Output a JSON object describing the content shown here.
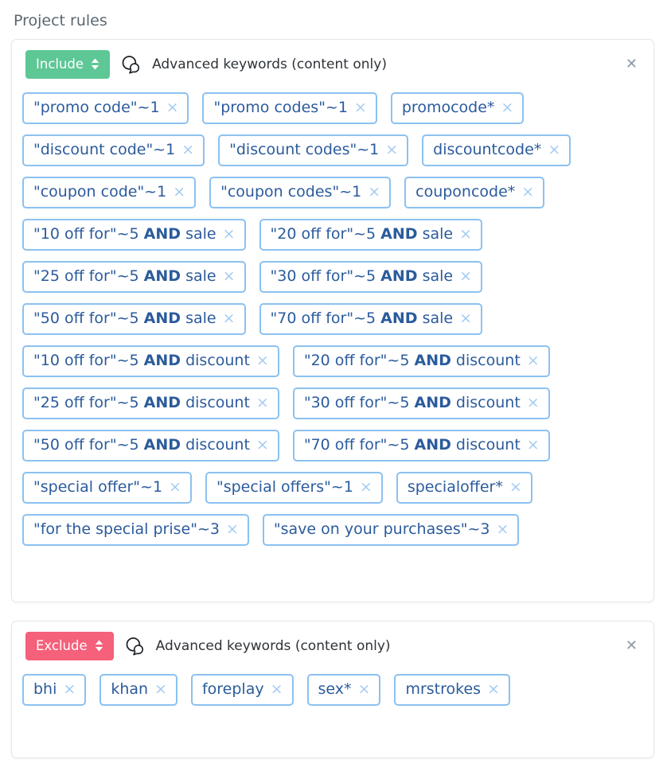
{
  "page": {
    "title": "Project rules"
  },
  "icons": {
    "close": "✕",
    "remove": "×",
    "comments": "comments-icon",
    "sort": "sort-arrows-icon"
  },
  "colors": {
    "include_green": "#5dc795",
    "exclude_pink": "#f5607a",
    "tag_border": "#8cc1f0",
    "tag_text": "#2b5b9c",
    "tag_remove": "#a5ccf2",
    "close_gray": "#8e98a4",
    "title_gray": "#5b6770"
  },
  "cards": [
    {
      "mode": "Include",
      "header_label": "Advanced keywords (content only)",
      "bold_word": "AND",
      "tags": [
        "\"promo code\"~1",
        "\"promo codes\"~1",
        "promocode*",
        "\"discount code\"~1",
        "\"discount codes\"~1",
        "discountcode*",
        "\"coupon code\"~1",
        "\"coupon codes\"~1",
        "couponcode*",
        "\"10 off for\"~5 AND sale",
        "\"20 off for\"~5 AND sale",
        "\"25 off for\"~5 AND sale",
        "\"30 off for\"~5 AND sale",
        "\"50 off for\"~5 AND sale",
        "\"70 off for\"~5 AND sale",
        "\"10 off for\"~5 AND discount",
        "\"20 off for\"~5 AND discount",
        "\"25 off for\"~5 AND discount",
        "\"30 off for\"~5 AND discount",
        "\"50 off for\"~5 AND discount",
        "\"70 off for\"~5 AND discount",
        "\"special offer\"~1",
        "\"special offers\"~1",
        "specialoffer*",
        "\"for the special prise\"~3",
        "\"save on your purchases\"~3"
      ]
    },
    {
      "mode": "Exclude",
      "header_label": "Advanced keywords (content only)",
      "bold_word": "AND",
      "tags": [
        "bhi",
        "khan",
        "foreplay",
        "sex*",
        "mrstrokes"
      ]
    }
  ]
}
